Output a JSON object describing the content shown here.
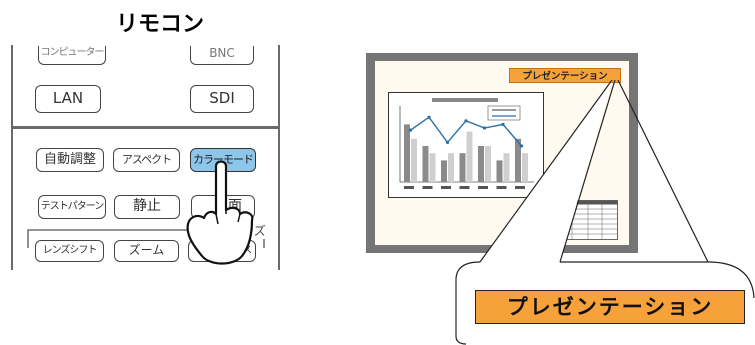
{
  "heading": "リモコン",
  "remote": {
    "top_buttons": [
      "コンピューター",
      "BNC"
    ],
    "row2": [
      "LAN",
      "SDI"
    ],
    "row3": [
      "自動調整",
      "アスペクト",
      "カラーモード"
    ],
    "row4": [
      "テストパターン",
      "静止",
      "画面"
    ],
    "group_label": "レンズ",
    "row5": [
      "レンズシフト",
      "ズーム",
      "フォーカス"
    ]
  },
  "screen": {
    "osd_text": "プレゼンテーション",
    "chart": {
      "bar_series_1": [
        8,
        5,
        3,
        4,
        5,
        3,
        6
      ],
      "bar_series_2": [
        6,
        4,
        4,
        7,
        5,
        4,
        4
      ],
      "line_values": [
        7.2,
        9,
        5.5,
        8.5,
        7.5,
        8,
        5
      ]
    }
  },
  "callout": {
    "osd_text": "プレゼンテーション"
  },
  "colors": {
    "color_mode_button": "#8ec6ea",
    "osd_background": "#f7a13b",
    "screen_frame": "#757575",
    "line": "#2b6fa6"
  }
}
